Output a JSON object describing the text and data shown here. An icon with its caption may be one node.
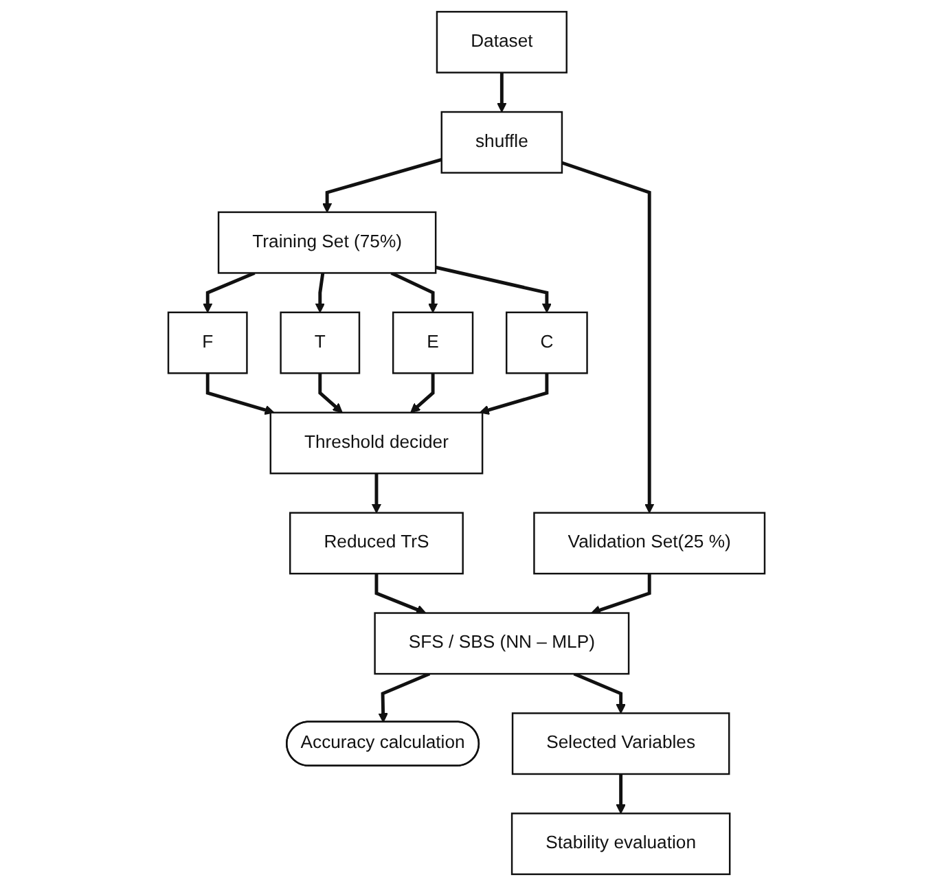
{
  "diagram": {
    "nodes": [
      {
        "text": [
          "Dataset"
        ]
      },
      {
        "text": [
          "shuffle"
        ]
      },
      {
        "text": [
          "Validation Set(25 %)"
        ]
      },
      {
        "text": [
          "Training Set (75%)"
        ]
      },
      {
        "text": [
          "F"
        ]
      },
      {
        "text": [
          "T"
        ]
      },
      {
        "text": [
          "E"
        ]
      },
      {
        "text": [
          "C"
        ]
      },
      {
        "text": [
          "Threshold decider"
        ]
      },
      {
        "text": [
          "Reduced TrS"
        ]
      },
      {
        "text": [
          "SFS / SBS (NN – MLP)"
        ]
      },
      {
        "text": [
          "Accuracy calculation"
        ]
      },
      {
        "text": [
          "Selected Variables"
        ]
      },
      {
        "text": [
          "Stability evaluation"
        ]
      }
    ],
    "edges": [
      {
        "from": 0,
        "to": 1,
        "arrow": "to"
      },
      {
        "from": 1,
        "to": 2,
        "arrow": "to"
      },
      {
        "from": 1,
        "to": 3,
        "arrow": "to"
      },
      {
        "from": 3,
        "to": 4,
        "arrow": "to"
      },
      {
        "from": 3,
        "to": 5,
        "arrow": "to"
      },
      {
        "from": 3,
        "to": 6,
        "arrow": "to"
      },
      {
        "from": 3,
        "to": 7,
        "arrow": "to"
      },
      {
        "from": 4,
        "to": 8,
        "arrow": "to"
      },
      {
        "from": 5,
        "to": 8,
        "arrow": "to"
      },
      {
        "from": 6,
        "to": 8,
        "arrow": "to"
      },
      {
        "from": 7,
        "to": 8,
        "arrow": "to"
      },
      {
        "from": 8,
        "to": 9,
        "arrow": "to"
      },
      {
        "from": 9,
        "to": 10,
        "arrow": "to"
      },
      {
        "from": 2,
        "to": 10,
        "arrow": "to"
      },
      {
        "from": 10,
        "to": 11,
        "arrow": "to"
      },
      {
        "from": 10,
        "to": 12,
        "arrow": "to"
      },
      {
        "from": 12,
        "to": 13,
        "arrow": "to"
      }
    ]
  }
}
